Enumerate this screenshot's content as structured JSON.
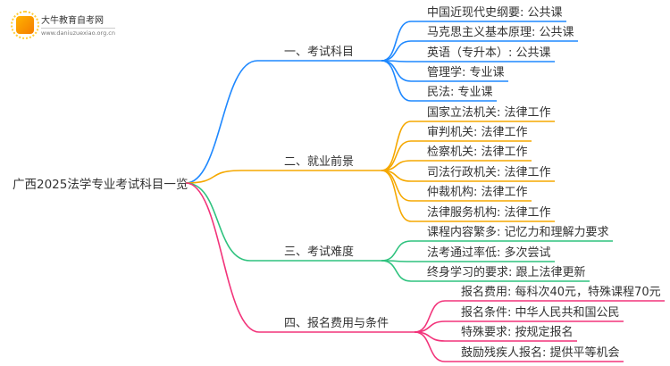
{
  "logo": {
    "name": "大牛教育自考网",
    "url_text": "www.daniuzuexiao.org.cn"
  },
  "root": "广西2025法学专业考试科目一览",
  "colors": {
    "b1": "#1e88ff",
    "b2": "#f5a800",
    "b3": "#2ec27e",
    "b4": "#f2337a"
  },
  "branches": [
    {
      "label": "一、考试科目",
      "children": [
        "中国近现代史纲要: 公共课",
        "马克思主义基本原理: 公共课",
        "英语（专升本）: 公共课",
        "管理学: 专业课",
        "民法: 专业课"
      ]
    },
    {
      "label": "二、就业前景",
      "children": [
        "国家立法机关: 法律工作",
        "审判机关: 法律工作",
        "检察机关: 法律工作",
        "司法行政机关: 法律工作",
        "仲裁机构: 法律工作",
        "法律服务机构: 法律工作"
      ]
    },
    {
      "label": "三、考试难度",
      "children": [
        "课程内容繁多: 记忆力和理解力要求",
        "法考通过率低: 多次尝试",
        "终身学习的要求: 跟上法律更新"
      ]
    },
    {
      "label": "四、报名费用与条件",
      "children": [
        "报名费用: 每科次40元，特殊课程70元",
        "报名条件: 中华人民共和国公民",
        "特殊要求: 按规定报名",
        "鼓励残疾人报名: 提供平等机会"
      ]
    }
  ]
}
